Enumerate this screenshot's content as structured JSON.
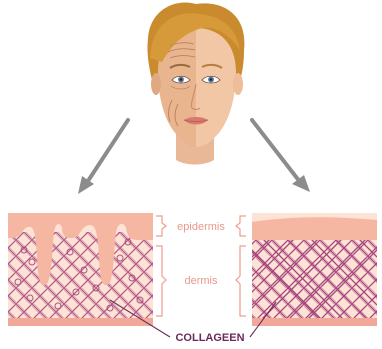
{
  "labels": {
    "epidermis": "epidermis",
    "dermis": "dermis",
    "collagen": "COLLAGEEN"
  },
  "colors": {
    "skin_light": "#fde2d6",
    "epidermis": "#f6b7a2",
    "dermis_edge": "#f2a898",
    "collagen": "#a6457c",
    "label_text": "#e79a8b",
    "collagen_text": "#6b2b58",
    "bracket": "#ef9d8d",
    "arrow": "#8c8c8c",
    "hair": "#c98b2e",
    "face_young": "#f2c7a5",
    "face_old": "#e8b58f"
  },
  "icons": {
    "face": "aging-face-illustration",
    "arrow_left": "arrow-down-left-icon",
    "arrow_right": "arrow-down-right-icon"
  }
}
